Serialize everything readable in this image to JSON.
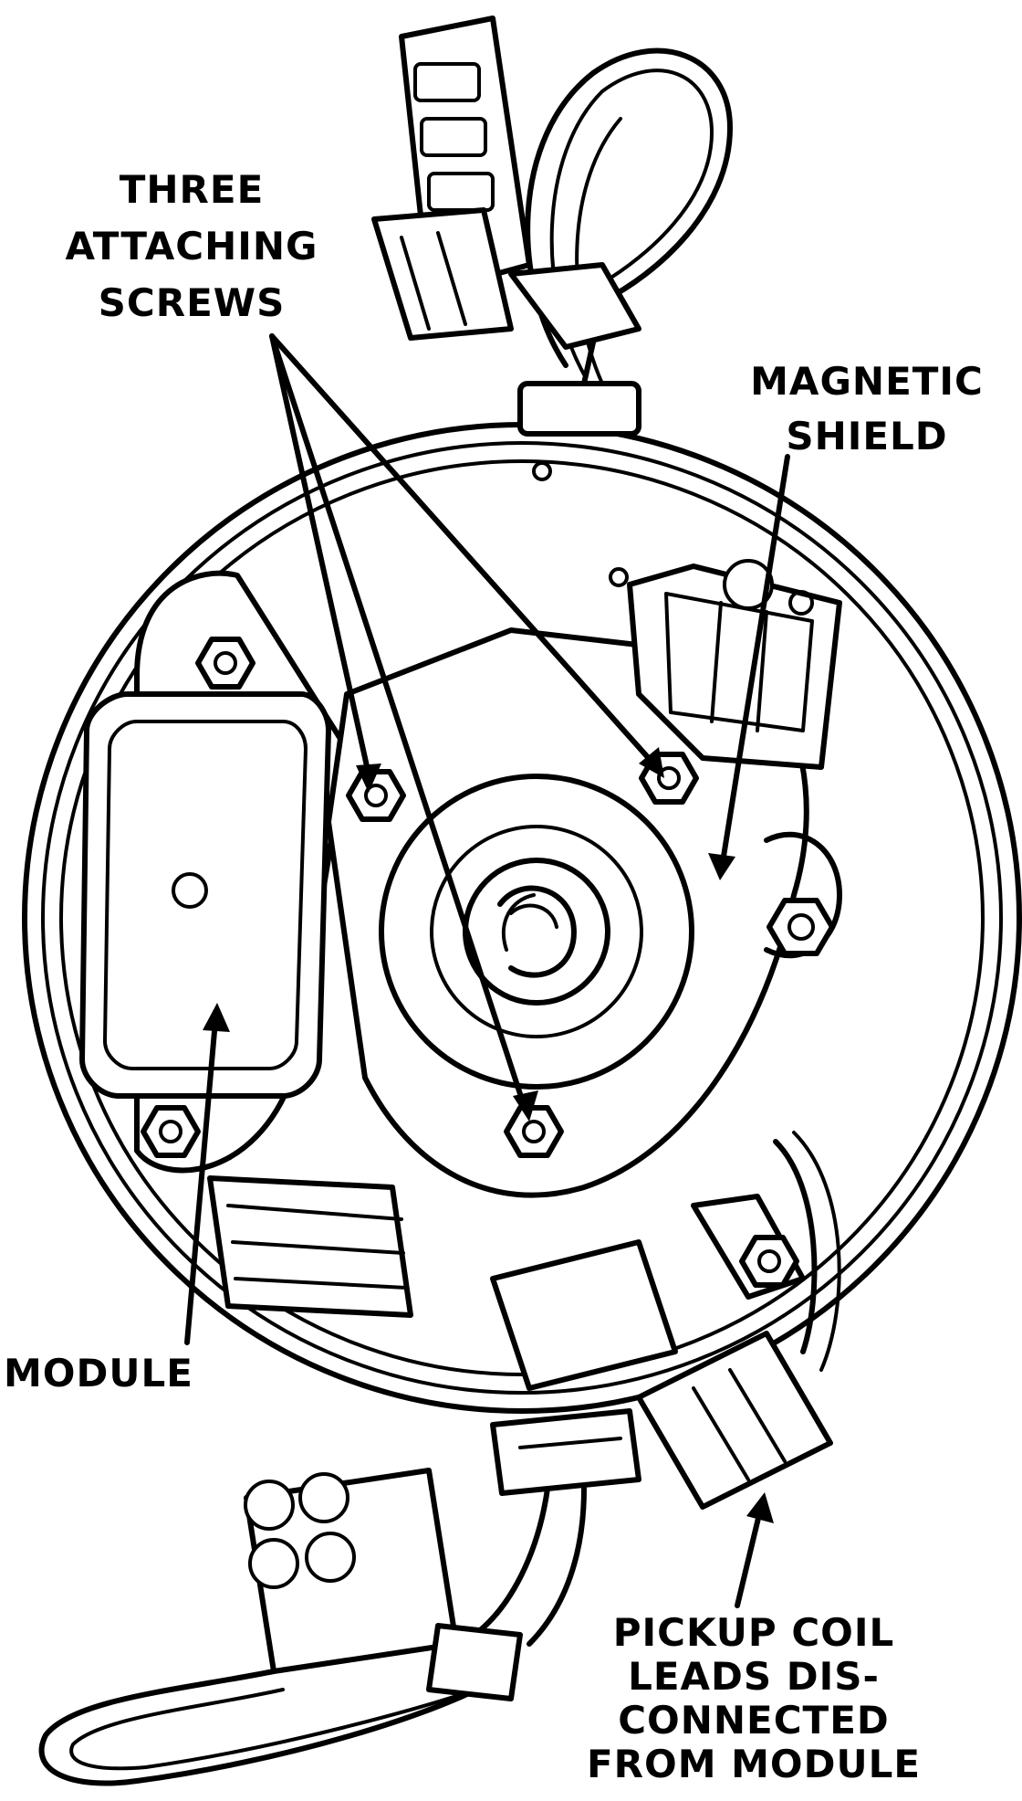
{
  "labels": {
    "three_attaching_screws": [
      "THREE",
      "ATTACHING",
      "SCREWS"
    ],
    "magnetic_shield": [
      "MAGNETIC",
      "SHIELD"
    ],
    "module": [
      "MODULE"
    ],
    "pickup_coil_leads": [
      "PICKUP COIL",
      "LEADS DIS-",
      "CONNECTED",
      "FROM MODULE"
    ]
  },
  "icons": [
    "hex-nut-icon",
    "connector-icon",
    "wire-harness-icon"
  ],
  "colors": {
    "ink": "#000000",
    "paper": "#ffffff"
  }
}
